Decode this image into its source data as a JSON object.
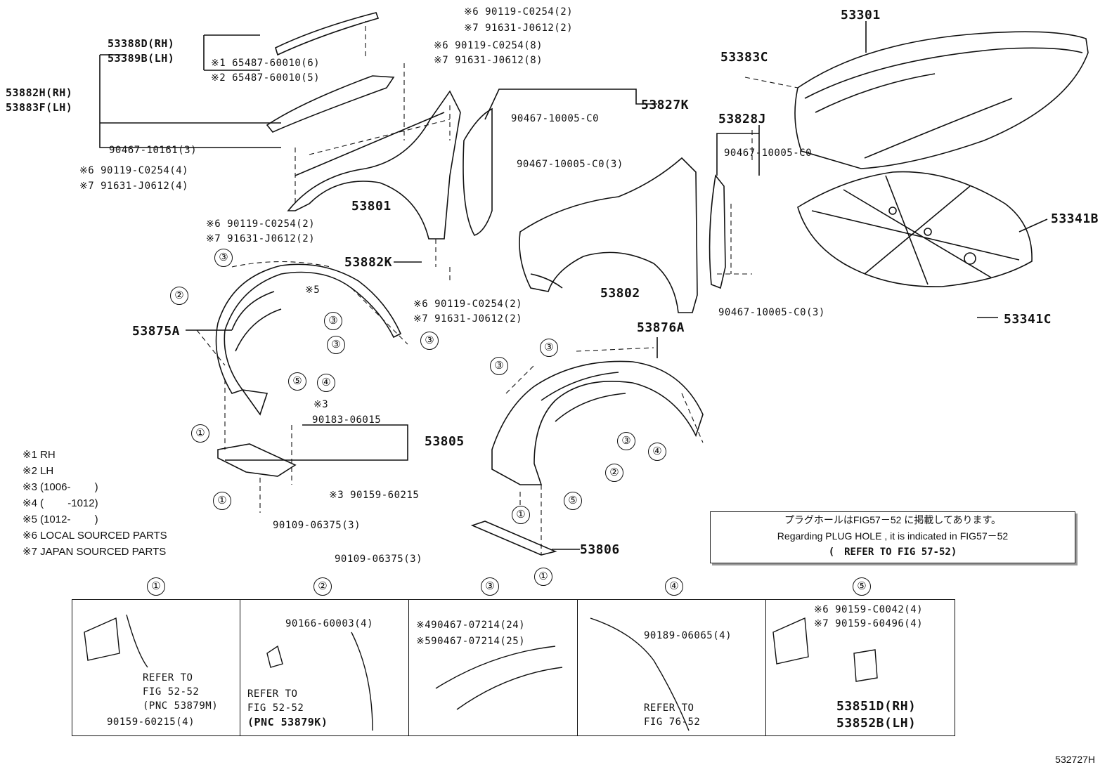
{
  "legend": [
    "※1 RH",
    "※2 LH",
    "※3 (1006-　　 )",
    "※4 (　　 -1012)",
    "※5 (1012-　　 )",
    "※6 LOCAL SOURCED PARTS",
    "※7 JAPAN SOURCED PARTS"
  ],
  "parts": {
    "p53388D": "53388D(RH)",
    "p53389B": "53389B(LH)",
    "p53882H": "53882H(RH)",
    "p53883F": "53883F(LH)",
    "p65487a": "※1 65487-60010(6)",
    "p65487b": "※2 65487-60010(5)",
    "p90119a": "※6 90119-C0254(2)",
    "p91631a": "※7 91631-J0612(2)",
    "p90119b": "※6 90119-C0254(8)",
    "p91631b": "※7 91631-J0612(8)",
    "p53301": "53301",
    "p53383C": "53383C",
    "p53827K": "53827K",
    "p90467c0": "90467-10005-C0",
    "p90467c0x3": "90467-10005-C0(3)",
    "p53828J": "53828J",
    "p90467c0b": "90467-10005-C0",
    "p9046710161": "90467-10161(3)",
    "p90119c": "※6 90119-C0254(4)",
    "p91631c": "※7 91631-J0612(4)",
    "p53801": "53801",
    "p53341B": "53341B",
    "p90119d": "※6 90119-C0254(2)",
    "p91631d": "※7 91631-J0612(2)",
    "p53882K": "53882K",
    "p53802": "53802",
    "p90467c0x3b": "90467-10005-C0(3)",
    "p53341C": "53341C",
    "p90119e": "※6 90119-C0254(2)",
    "p91631e": "※7 91631-J0612(2)",
    "p53875A": "53875A",
    "p53876A": "53876A",
    "x5": "※5",
    "x3": "※3",
    "p90183": "90183-06015",
    "p53805": "53805",
    "p90159a": "※3 90159-60215",
    "p90109a": "90109-06375(3)",
    "p90109b": "90109-06375(3)",
    "p53806": "53806"
  },
  "circles": {
    "c3a": "③",
    "c2a": "②",
    "c3b": "③",
    "c3c": "③",
    "c3d": "③",
    "c5a": "⑤",
    "c4a": "④",
    "c1a": "①",
    "c1b": "①",
    "c3e": "③",
    "c3f": "③",
    "c3g": "③",
    "c4b": "④",
    "c2b": "②",
    "c1c": "①",
    "c5b": "⑤",
    "c1d": "①",
    "h1": "①",
    "h2": "②",
    "h3": "③",
    "h4": "④",
    "h5": "⑤"
  },
  "note": {
    "line1": "プラグホールはFIG57－52 に掲載してあります。",
    "line2": "Regarding  PLUG HOLE  , it is  indicated  in  FIG57－52",
    "line3": "(　REFER TO FIG 57-52)"
  },
  "details": {
    "d1_refer1": "REFER TO",
    "d1_refer2": "FIG 52-52",
    "d1_refer3": "(PNC 53879M)",
    "d1_part": "90159-60215(4)",
    "d2_part": "90166-60003(4)",
    "d2_refer1": "REFER TO",
    "d2_refer2": "FIG 52-52",
    "d2_refer3": "(PNC 53879K)",
    "d3_part1": "※490467-07214(24)",
    "d3_part2": "※590467-07214(25)",
    "d4_part": "90189-06065(4)",
    "d4_refer1": "REFER TO",
    "d4_refer2": "FIG 76-52",
    "d5_part1": "※6 90159-C0042(4)",
    "d5_part2": "※7 90159-60496(4)",
    "d5_part3": "53851D(RH)",
    "d5_part4": "53852B(LH)"
  },
  "figure_number": "532727H"
}
